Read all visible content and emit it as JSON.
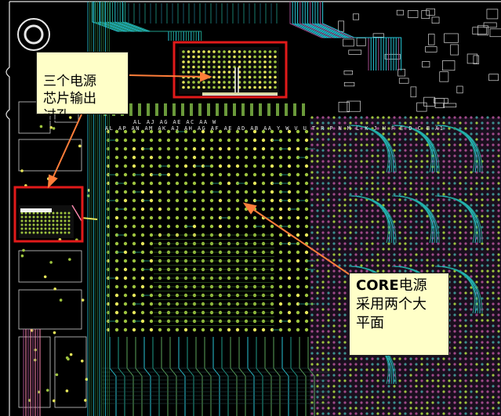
{
  "figure": {
    "callouts": {
      "power_vias": {
        "text": "三个电源\n芯片输出\n过孔"
      },
      "core_planes": {
        "prefix": "CORE",
        "text": "电源\n采用两个大\n平面"
      }
    },
    "pin_row_labels": {
      "top": "AL AJ AG AE AC AA W",
      "row": "AL AP AN AM AK AJ AH AG AF AE AD AB AA Y W V U T R P N M L K J H F E D C B A1"
    },
    "colors": {
      "background": "#000000",
      "board_edge": "#e6e6e6",
      "highlight_box": "#e11a1a",
      "arrow": "#ff7e3a",
      "callout_fill": "#ffffc8",
      "pad_green": "#9ec43f",
      "pad_yellow": "#e6e65a",
      "trace_cyan": "#27c5d6",
      "trace_teal": "#1f9d8a",
      "trace_magenta": "#a04a8a",
      "trace_pink": "#ff8ab0",
      "silk_white": "#f2f2f2"
    }
  }
}
